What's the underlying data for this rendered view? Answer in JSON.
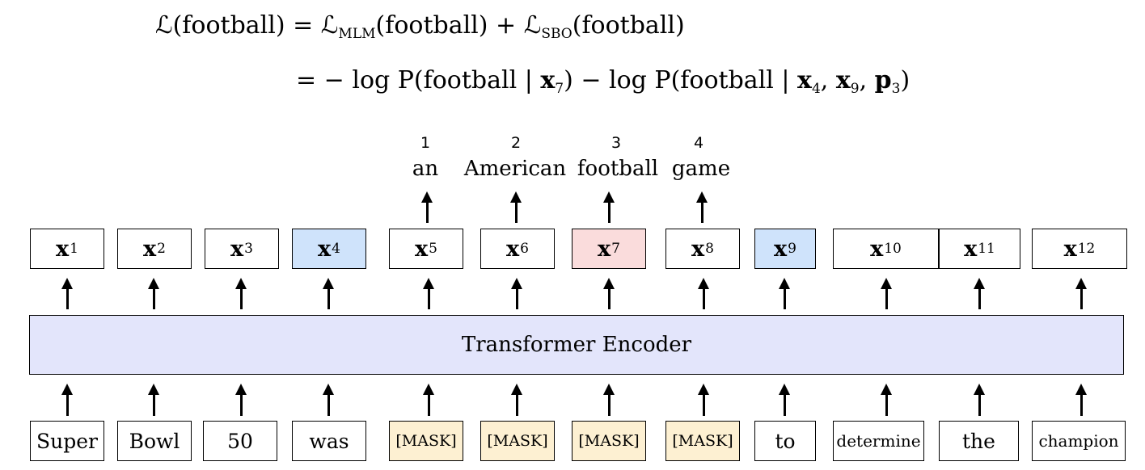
{
  "equation": {
    "line1": {
      "lhs": "ℒ(football)",
      "eq": " = ",
      "mlm_symbol": "ℒ",
      "mlm_sub": "MLM",
      "mlm_arg": "(football)",
      "plus": " + ",
      "sbo_symbol": "ℒ",
      "sbo_sub": "SBO",
      "sbo_arg": "(football)"
    },
    "line2": {
      "part1": "= − log P(football | ",
      "v7": "x",
      "v7_sub": "7",
      "part2": ") − log P(football | ",
      "v4": "x",
      "v4_sub": "4",
      "comma1": ", ",
      "v9": "x",
      "v9_sub": "9",
      "comma2": ", ",
      "p3": "p",
      "p3_sub": "3",
      "close": ")"
    }
  },
  "span_outputs": [
    {
      "num": "1",
      "word": "an"
    },
    {
      "num": "2",
      "word": "American"
    },
    {
      "num": "3",
      "word": "football"
    },
    {
      "num": "4",
      "word": "game"
    }
  ],
  "outputs": [
    {
      "sym": "x",
      "sub": "1"
    },
    {
      "sym": "x",
      "sub": "2"
    },
    {
      "sym": "x",
      "sub": "3"
    },
    {
      "sym": "x",
      "sub": "4"
    },
    {
      "sym": "x",
      "sub": "5"
    },
    {
      "sym": "x",
      "sub": "6"
    },
    {
      "sym": "x",
      "sub": "7"
    },
    {
      "sym": "x",
      "sub": "8"
    },
    {
      "sym": "x",
      "sub": "9"
    },
    {
      "sym": "x",
      "sub": "10"
    },
    {
      "sym": "x",
      "sub": "11"
    },
    {
      "sym": "x",
      "sub": "12"
    }
  ],
  "encoder_label": "Transformer Encoder",
  "tokens": [
    "Super",
    "Bowl",
    "50",
    "was",
    "[MASK]",
    "[MASK]",
    "[MASK]",
    "[MASK]",
    "to",
    "determine",
    "the",
    "champion"
  ],
  "colors": {
    "boundary": "#cfe3fb",
    "target": "#fadcdc",
    "mask": "#fdf0d2",
    "encoder": "#e3e5fb"
  }
}
